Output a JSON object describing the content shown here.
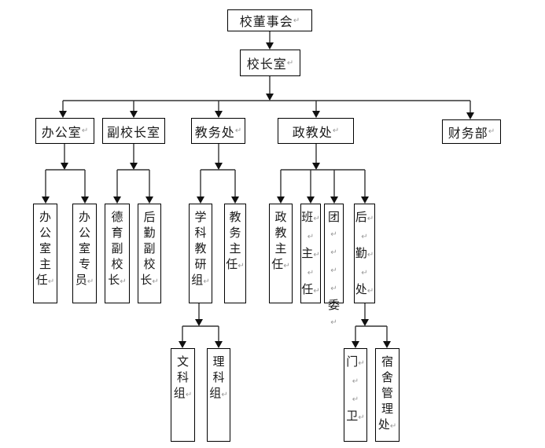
{
  "diagram": {
    "kind": "org-chart",
    "language": "zh-CN",
    "return_mark": "↵",
    "line_color": "#333333",
    "arrow_color": "#111111",
    "box_border_color": "#000000",
    "background_color": "#ffffff"
  },
  "nodes": {
    "school_board": {
      "label": "校董事会↵"
    },
    "principal_office": {
      "label": "校长室↵"
    },
    "general_office": {
      "label": "办公室↵"
    },
    "vice_principal_office": {
      "label": "副校长室"
    },
    "academic_affairs": {
      "label": "教务处↵"
    },
    "political_education": {
      "label": "政教处↵"
    },
    "finance_department": {
      "label": "财务部↵"
    },
    "office_director": {
      "label": "办\n公\n室\n主\n任↵"
    },
    "office_specialist": {
      "label": "办\n公\n室\n专\n员↵"
    },
    "moral_education_vp": {
      "label": "德\n育\n副\n校\n长↵"
    },
    "logistics_vp": {
      "label": "后\n勤\n副\n校\n长↵"
    },
    "subject_teaching_group": {
      "label": "学\n科\n教\n研\n组↵"
    },
    "academic_director": {
      "label": "教\n务\n主\n任↵"
    },
    "political_director": {
      "label": "政\n教\n主\n任↵"
    },
    "class_teacher": {
      "label": "班↵\n↵\n主↵\n↵\n任↵"
    },
    "youth_league": {
      "label": "团↵\n↵\n↵\n↵\n委↵"
    },
    "logistics_office": {
      "label": "后↵\n↵\n勤↵\n↵\n处↵"
    },
    "liberal_arts_group": {
      "label": "文\n科\n组↵"
    },
    "science_group": {
      "label": "理\n科\n组↵"
    },
    "gate_guard": {
      "label": "门↵\n↵\n↵\n卫↵"
    },
    "dormitory_management": {
      "label": "宿\n舍\n管\n理\n处↵"
    }
  },
  "edges": [
    [
      "school_board",
      "principal_office"
    ],
    [
      "principal_office",
      "general_office"
    ],
    [
      "principal_office",
      "vice_principal_office"
    ],
    [
      "principal_office",
      "academic_affairs"
    ],
    [
      "principal_office",
      "political_education"
    ],
    [
      "principal_office",
      "finance_department"
    ],
    [
      "general_office",
      "office_director"
    ],
    [
      "general_office",
      "office_specialist"
    ],
    [
      "vice_principal_office",
      "moral_education_vp"
    ],
    [
      "vice_principal_office",
      "logistics_vp"
    ],
    [
      "academic_affairs",
      "subject_teaching_group"
    ],
    [
      "academic_affairs",
      "academic_director"
    ],
    [
      "political_education",
      "political_director"
    ],
    [
      "political_education",
      "class_teacher"
    ],
    [
      "political_education",
      "youth_league"
    ],
    [
      "political_education",
      "logistics_office"
    ],
    [
      "subject_teaching_group",
      "liberal_arts_group"
    ],
    [
      "subject_teaching_group",
      "science_group"
    ],
    [
      "logistics_office",
      "gate_guard"
    ],
    [
      "logistics_office",
      "dormitory_management"
    ]
  ]
}
